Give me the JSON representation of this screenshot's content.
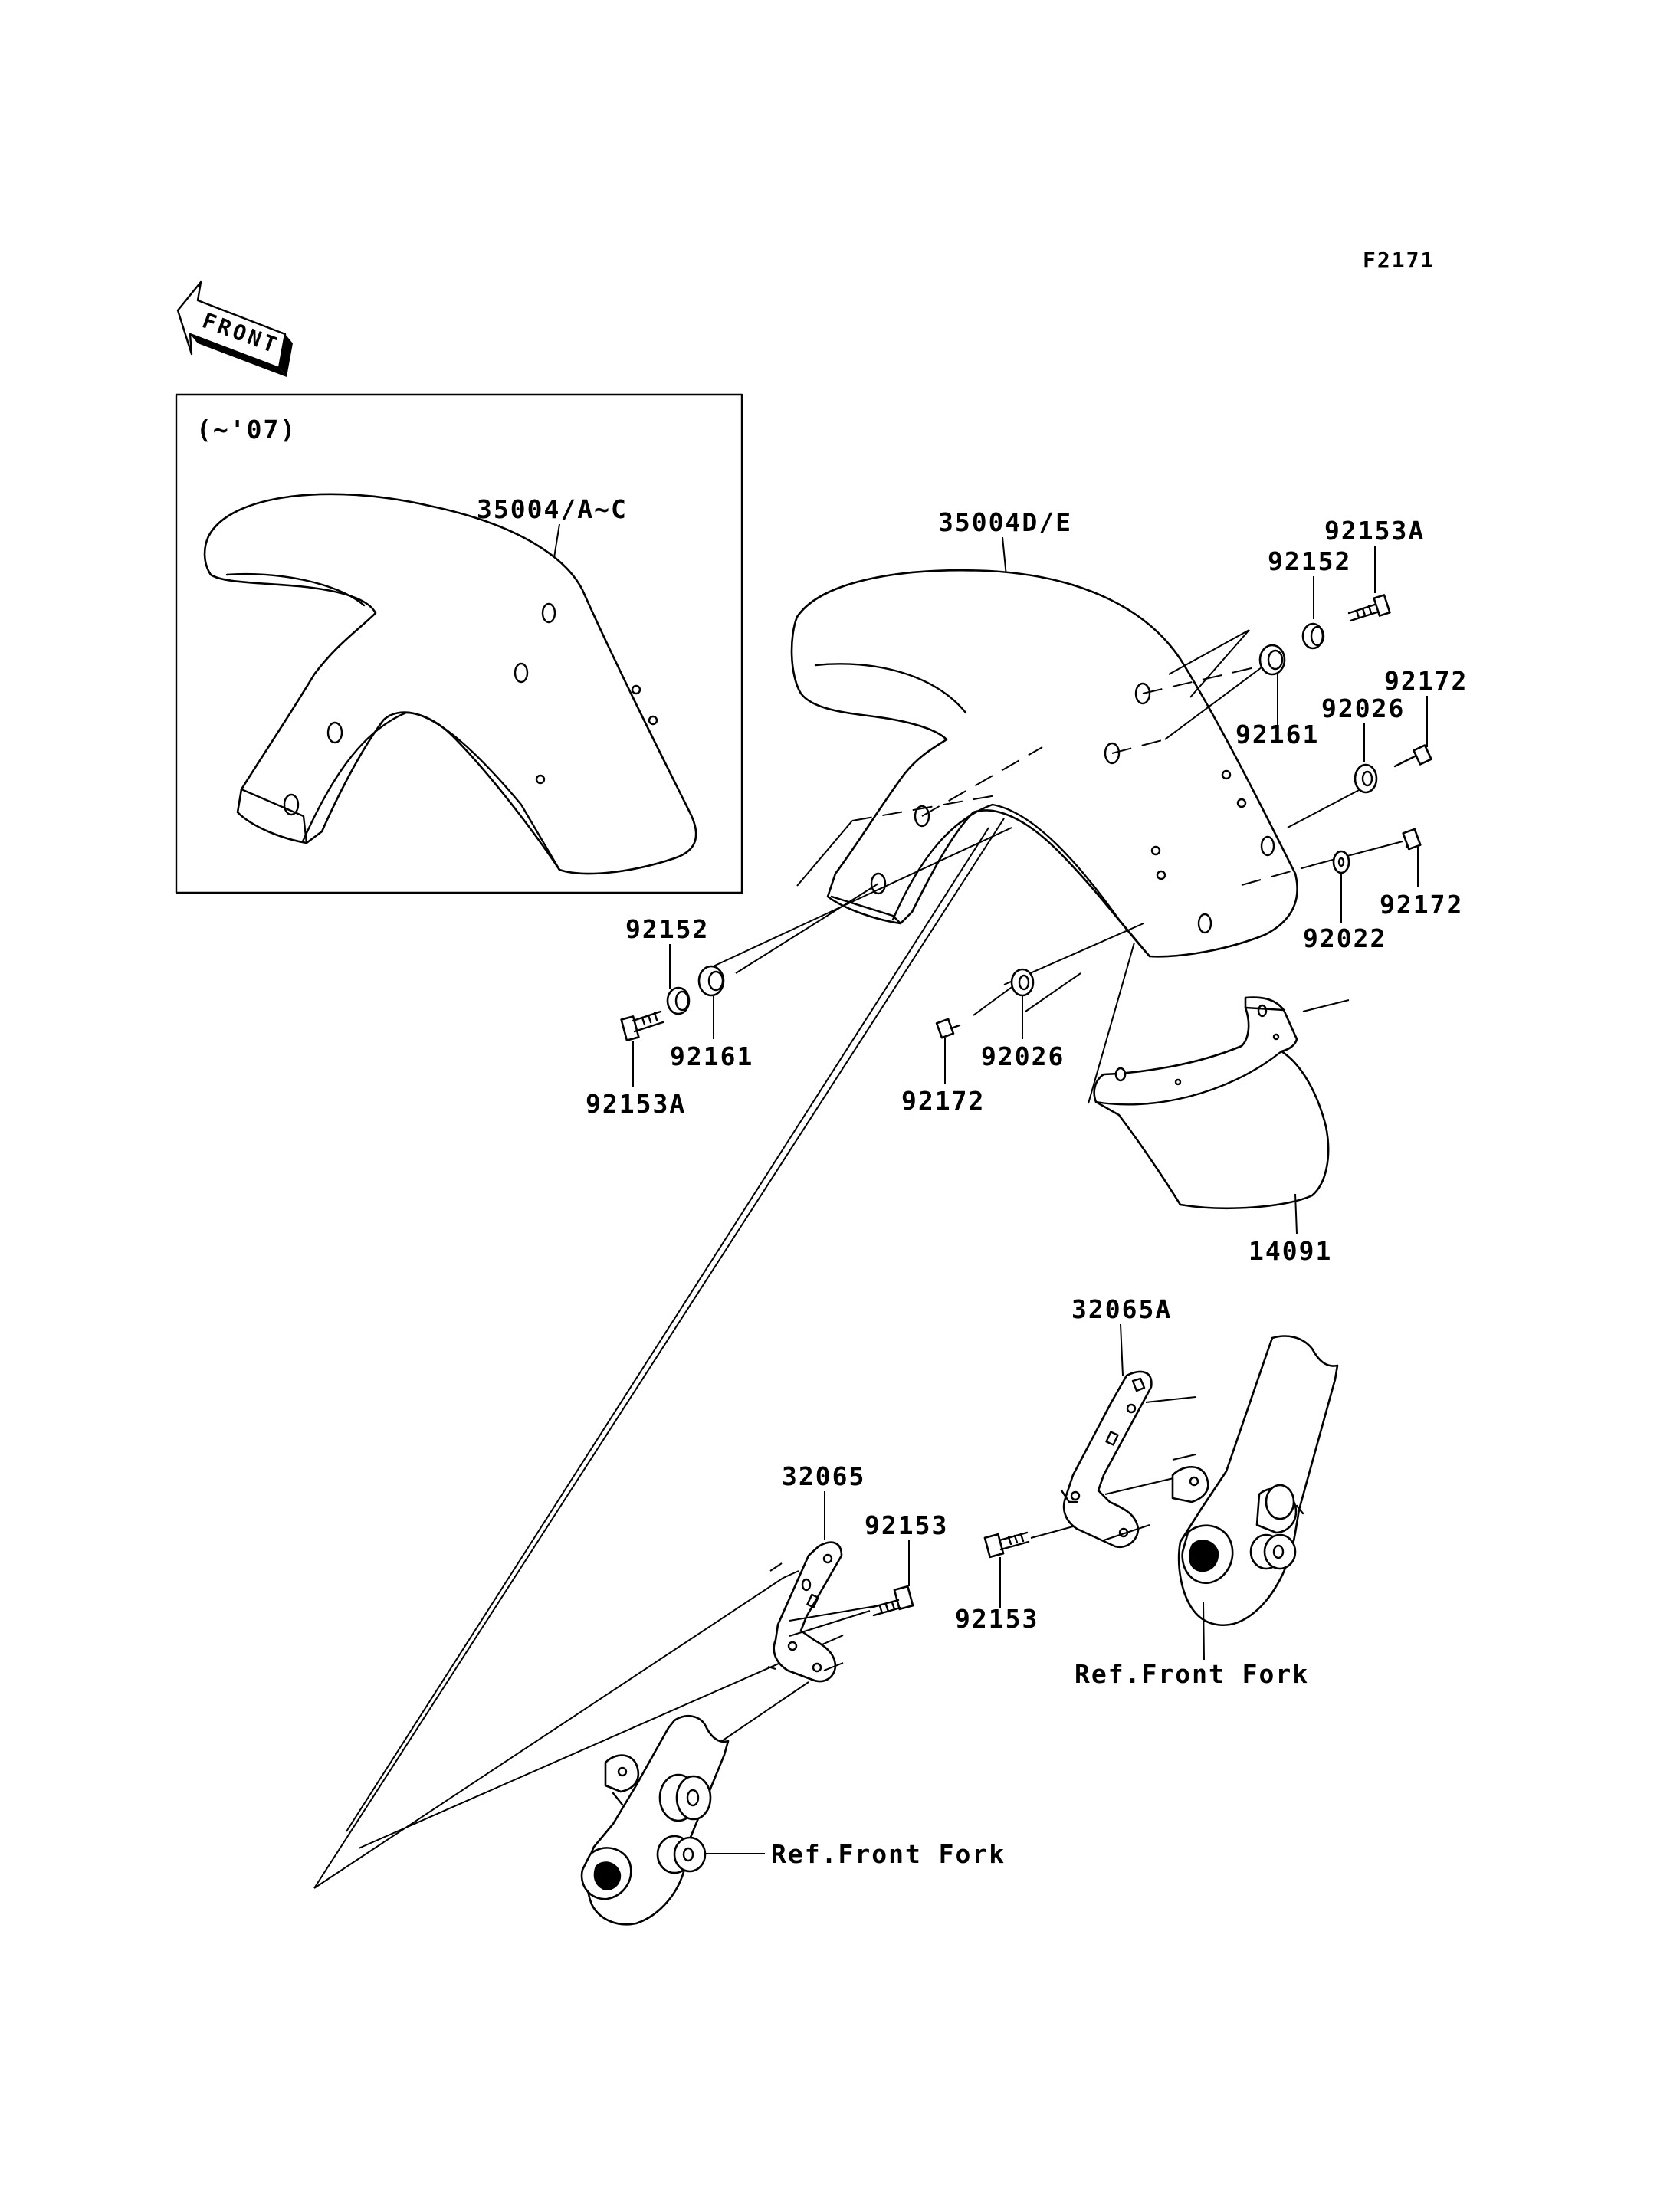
{
  "figure_code": "F2171",
  "front_arrow_label": "FRONT",
  "inset": {
    "caption": "(~'07)",
    "fender_part": "35004/A~C"
  },
  "parts": {
    "fender": "35004D/E",
    "bolt_top": "92153A",
    "collar_top": "92152",
    "grommet_right": "92161",
    "screw_right_upper": "92172",
    "washer_right_upper": "92026",
    "washer_right_lower": "92022",
    "screw_right_lower": "92172",
    "collar_left": "92152",
    "grommet_left": "92161",
    "bolt_left": "92153A",
    "washer_bottom": "92026",
    "screw_bottom": "92172",
    "rear_flap": "14091",
    "bracket_right": "32065A",
    "bolt_right_bracket": "92153",
    "bracket_left": "32065",
    "bolt_left_bracket": "92153",
    "ref_fork_right": "Ref.Front Fork",
    "ref_fork_left": "Ref.Front Fork"
  }
}
